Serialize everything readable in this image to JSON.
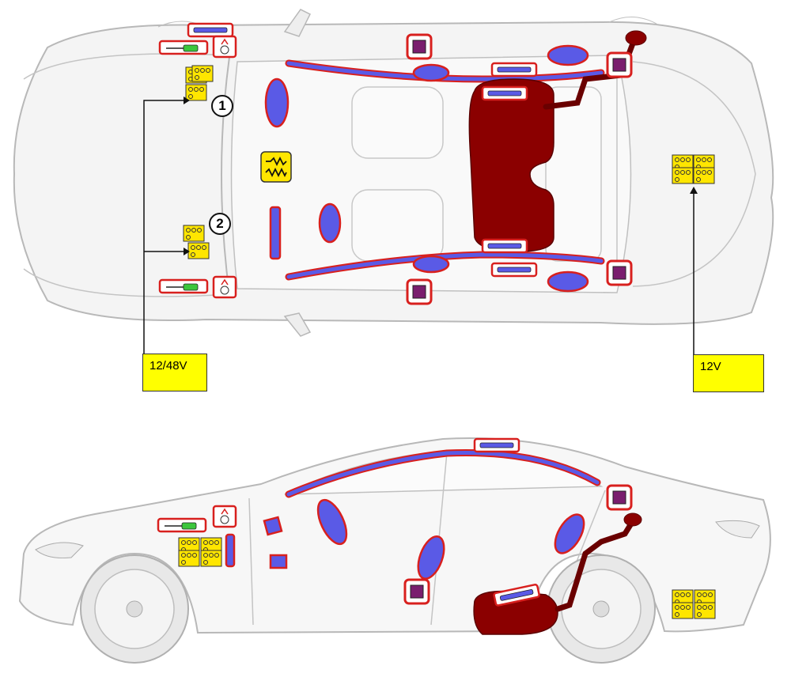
{
  "callouts": {
    "one": "1",
    "two": "2"
  },
  "labels": {
    "left_voltage": "12/48V",
    "right_voltage": "12V"
  },
  "colors": {
    "car_outline": "#b8b8b8",
    "airbag_fill": "#5a5ae6",
    "highlight_red": "#d8201e",
    "fuel_tank": "#8b0000",
    "battery_yellow": "#ffe600",
    "control_unit": "#7a1e6e",
    "gas_spring_green": "#3cc63c",
    "label_yellow": "#ffff00"
  },
  "icons": [
    "airbag-icon",
    "gas-inflator-icon",
    "seatbelt-tensioner-icon",
    "gas-spring-icon",
    "battery-icon",
    "high-voltage-icon",
    "control-unit-icon",
    "fuel-tank-icon"
  ]
}
